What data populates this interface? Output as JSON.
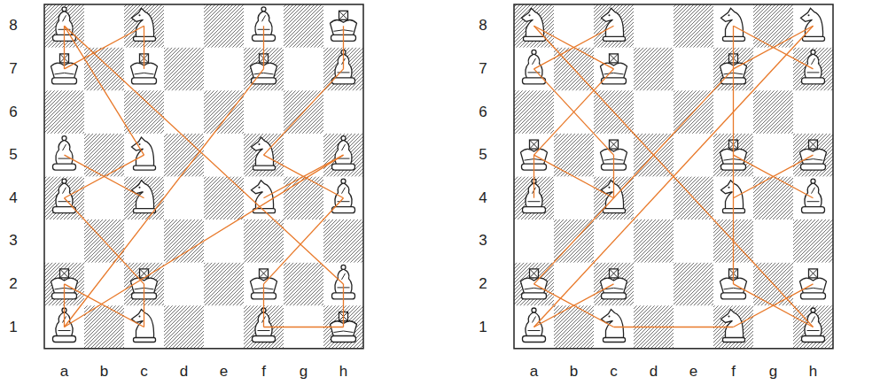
{
  "diagram": {
    "labels": [
      "8",
      "7",
      "6",
      "5",
      "4",
      "3",
      "2",
      "1",
      "a",
      "b",
      "c",
      "d",
      "e",
      "f",
      "g",
      "h",
      "8",
      "7",
      "6",
      "5",
      "4",
      "3",
      "2",
      "1",
      "a",
      "b",
      "c",
      "d",
      "e",
      "f",
      "g",
      "h"
    ]
  }
}
